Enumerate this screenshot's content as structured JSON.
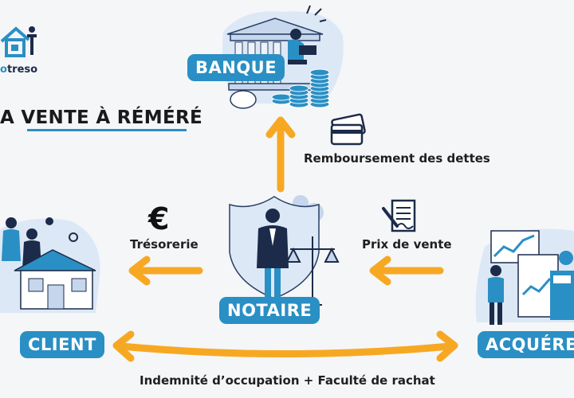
{
  "logo": {
    "text_accent": "o",
    "text_rest": "treso"
  },
  "title": "A VENTE À RÉMÉRÉ",
  "nodes": {
    "banque": "BANQUE",
    "notaire": "NOTAIRE",
    "client": "CLIENT",
    "acquereur": "ACQUÉREU"
  },
  "edges": {
    "remboursement": "Remboursement des dettes",
    "tresorerie": "Trésorerie",
    "prix_de_vente": "Prix de vente",
    "indemnite": "Indemnité d’occupation + Faculté de rachat"
  },
  "colors": {
    "accent_blue": "#2a8fc4",
    "arrow_orange": "#f7a823",
    "dark_navy": "#1c2b4a"
  }
}
